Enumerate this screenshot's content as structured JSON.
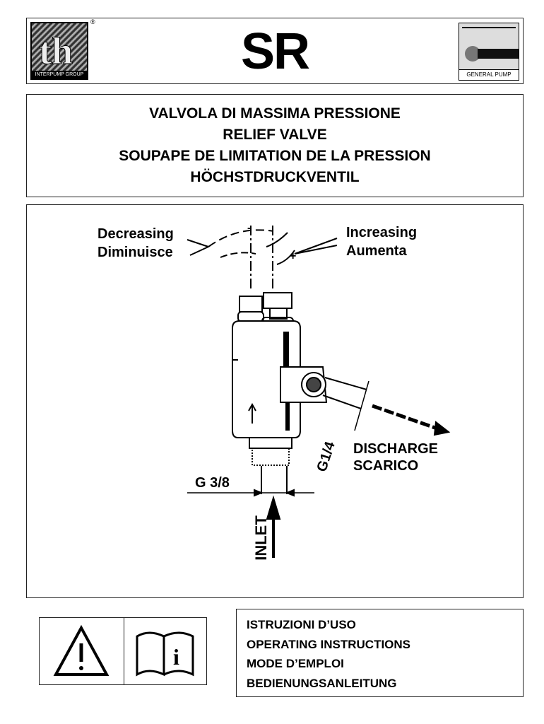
{
  "header": {
    "code": "SR",
    "left_logo": "INTERPUMP GROUP",
    "right_logo": "GENERAL PUMP",
    "trademark": "®"
  },
  "title": {
    "lines": [
      "VALVOLA DI MASSIMA PRESSIONE",
      "RELIEF VALVE",
      "SOUPAPE DE LIMITATION DE LA PRESSION",
      "HÖCHSTDRUCKVENTIL"
    ]
  },
  "drawing": {
    "decreasing": "Decreasing",
    "diminuisce": "Diminuisce",
    "increasing": "Increasing",
    "aumenta": "Aumenta",
    "discharge": "DISCHARGE",
    "scarico": "SCARICO",
    "g14": "G1/4",
    "g38": "G 3/8",
    "inlet": "INLET",
    "minus": "-",
    "plus": "+"
  },
  "instructions": {
    "lines": [
      "ISTRUZIONI D’USO",
      "OPERATING INSTRUCTIONS",
      "MODE D’EMPLOI",
      "BEDIENUNGSANLEITUNG"
    ]
  },
  "icons": [
    "warning-icon",
    "manual-info-icon"
  ]
}
